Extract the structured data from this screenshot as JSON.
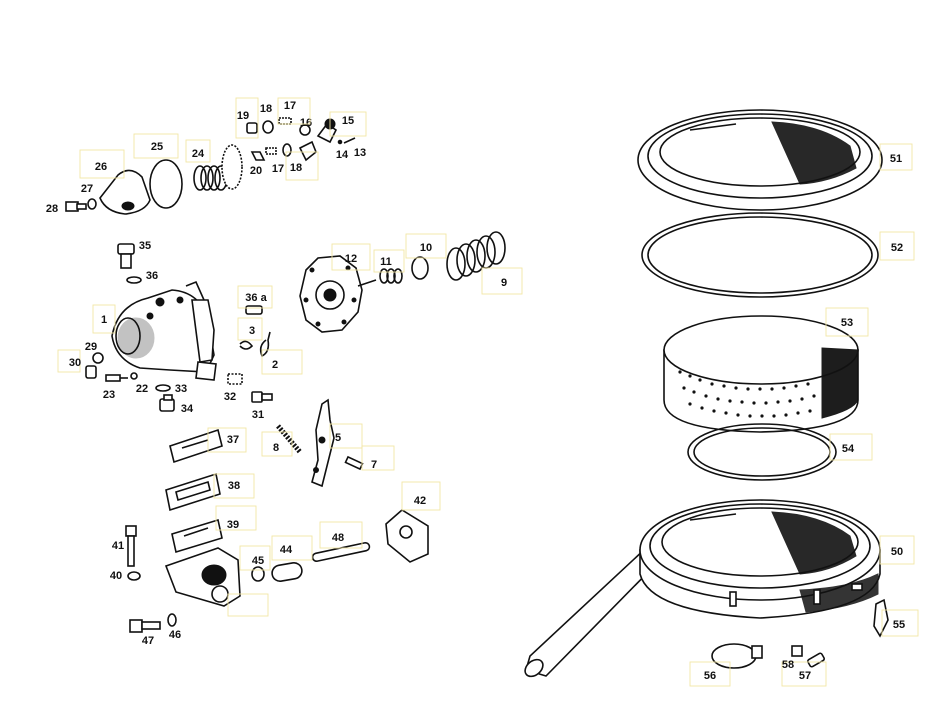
{
  "labels": {
    "p1": "1",
    "p2": "2",
    "p3": "3",
    "p5": "5",
    "p7": "7",
    "p8": "8",
    "p9": "9",
    "p10": "10",
    "p11": "11",
    "p12": "12",
    "p13": "13",
    "p14": "14",
    "p15": "15",
    "p16": "16",
    "p17a": "17",
    "p17b": "17",
    "p18a": "18",
    "p18b": "18",
    "p19": "19",
    "p20": "20",
    "p22": "22",
    "p23": "23",
    "p24": "24",
    "p25": "25",
    "p26": "26",
    "p27": "27",
    "p28": "28",
    "p29": "29",
    "p30": "30",
    "p31": "31",
    "p32": "32",
    "p33": "33",
    "p34": "34",
    "p35": "35",
    "p36": "36",
    "p36a": "36 a",
    "p37": "37",
    "p38": "38",
    "p39": "39",
    "p40": "40",
    "p41": "41",
    "p42": "42",
    "p44": "44",
    "p45": "45",
    "p46": "46",
    "p47": "47",
    "p48": "48",
    "p50": "50",
    "p51": "51",
    "p52": "52",
    "p53": "53",
    "p54": "54",
    "p55": "55",
    "p56": "56",
    "p57": "57",
    "p58": "58"
  },
  "colors": {
    "ink": "#111111",
    "label_box": "#f2e6a6",
    "background": "#ffffff"
  }
}
